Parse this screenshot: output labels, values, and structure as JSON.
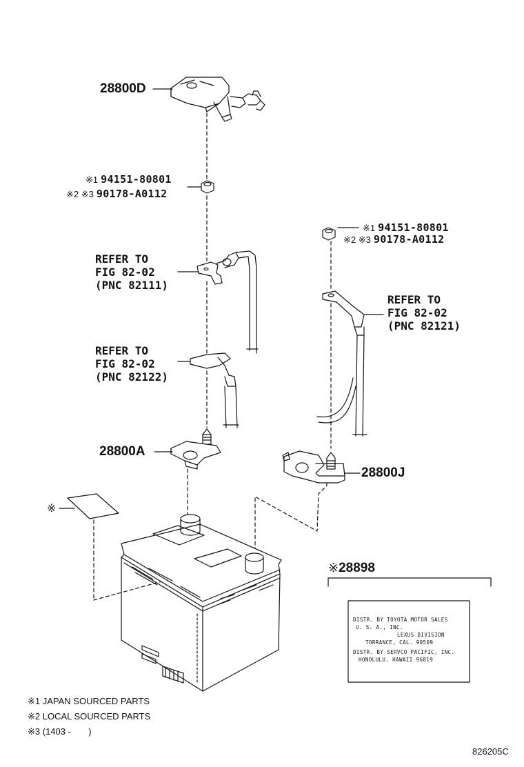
{
  "parts": {
    "cover": "28800D",
    "neg_terminal": "28800A",
    "pos_terminal": "28800J",
    "label_part": "28898"
  },
  "nut_left": {
    "mark1": "※1",
    "pn1": "94151-80801",
    "mark2": "※2 ※3",
    "pn2": "90178-A0112"
  },
  "nut_right": {
    "mark1": "※1",
    "pn1": "94151-80801",
    "mark2": "※2 ※3",
    "pn2": "90178-A0112"
  },
  "refer_1": [
    "REFER TO",
    "FIG 82-02",
    "(PNC 82111)"
  ],
  "refer_2": [
    "REFER TO",
    "FIG 82-02",
    "(PNC 82122)"
  ],
  "refer_3": [
    "REFER TO",
    "FIG 82-02",
    "(PNC 82121)"
  ],
  "sticker_mark": "※",
  "label_mark": "※",
  "label_text": [
    "DISTR. BY TOYOTA MOTOR SALES",
    "U. S. A., INC.",
    "LEXUS DIVISION",
    "TORRANCE, CAL.      90509",
    "DISTR. BY SERVCO PACIFIC, INC.",
    "HONOLULU, HAWAII     96819"
  ],
  "notes": [
    {
      "mark": "※1",
      "text": "JAPAN SOURCED PARTS"
    },
    {
      "mark": "※2",
      "text": "LOCAL SOURCED PARTS"
    },
    {
      "mark": "※3",
      "text": "(1403 -       )"
    }
  ],
  "figure_id": "826205C"
}
